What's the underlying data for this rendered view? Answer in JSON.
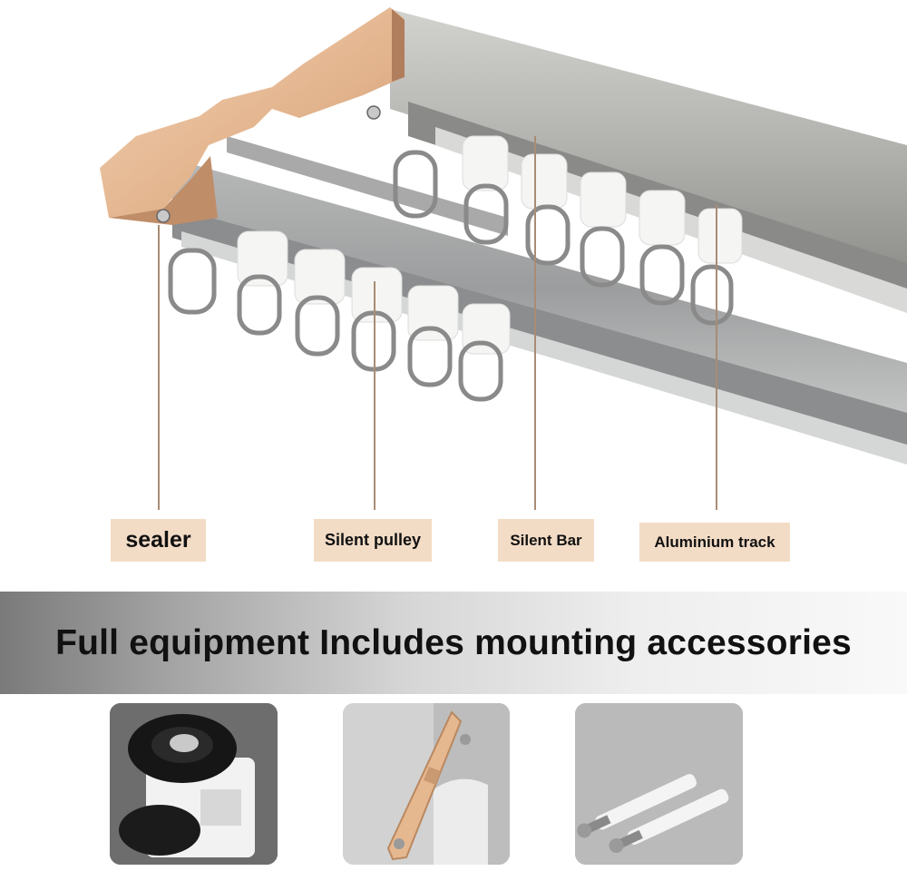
{
  "callouts": {
    "sealer": "sealer",
    "silent_pulley": "Silent pulley",
    "silent_bar": "Silent Bar",
    "aluminium_track": "Aluminium track"
  },
  "banner": {
    "text": "Full equipment Includes mounting accessories"
  },
  "colors": {
    "label_bg": "#f3dcc6",
    "gold_cap": "#e6bb98",
    "track_silver": "#a7a7a3",
    "banner_dark": "#7a7a7a"
  },
  "accessories": [
    {
      "icon": "end-stopper-icon"
    },
    {
      "icon": "gold-bracket-icon"
    },
    {
      "icon": "screw-anchor-icon"
    }
  ]
}
